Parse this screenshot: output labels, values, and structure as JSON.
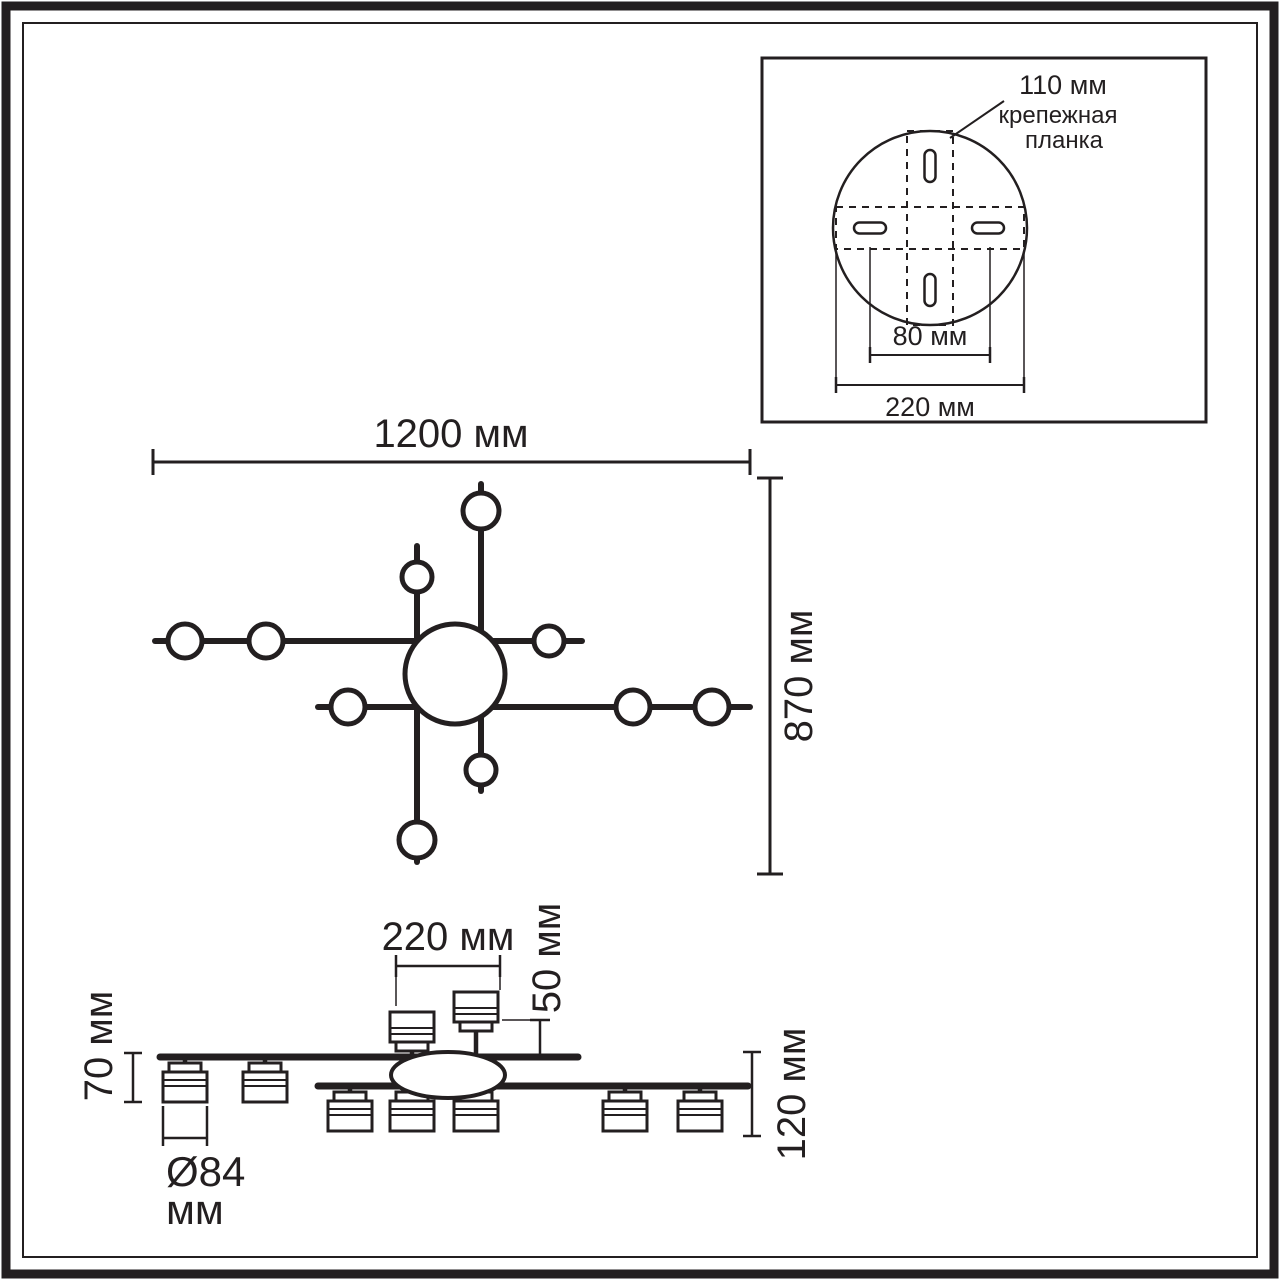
{
  "inset": {
    "plate_width": "110 мм",
    "plate_label_line1": "крепежная",
    "plate_label_line2": "планка",
    "slot_spacing": "80 мм",
    "plate_length": "220 мм"
  },
  "top_view": {
    "overall_width": "1200 мм",
    "overall_depth": "870 мм"
  },
  "side_view": {
    "center_spacing": "220 мм",
    "stem_height": "50 мм",
    "shade_height": "70 мм",
    "fixture_height": "120 мм",
    "shade_diameter_value": "Ø84",
    "shade_diameter_unit": "мм"
  }
}
